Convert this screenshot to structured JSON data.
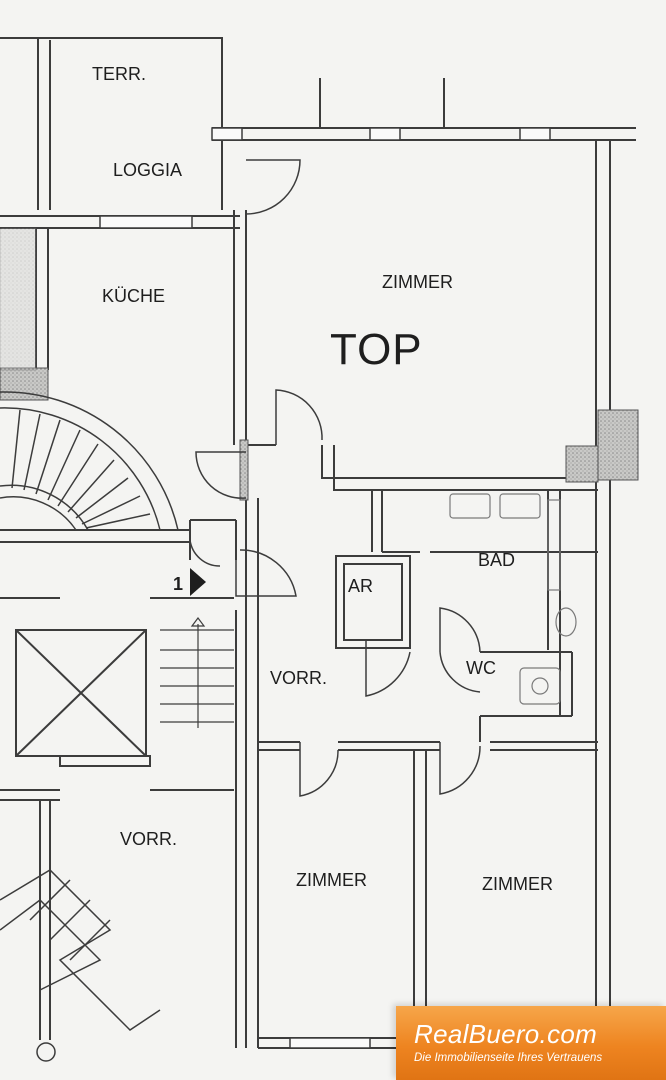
{
  "rooms": {
    "terr": "TERR.",
    "loggia": "LOGGIA",
    "kueche": "KÜCHE",
    "zimmer_top": "ZIMMER",
    "top": "TOP",
    "bad": "BAD",
    "ar": "AR",
    "wc": "WC",
    "vorr_unit": "VORR.",
    "vorr_stair": "VORR.",
    "zimmer_left": "ZIMMER",
    "zimmer_right": "ZIMMER",
    "unit_number": "1"
  },
  "logo": {
    "brand": "RealBuero.com",
    "tagline": "Die Immobilienseite Ihres Vertrauens"
  },
  "colors": {
    "wall": "#3c3c3c",
    "hatch": "#8a8a8a",
    "logo_orange": "#ee8420"
  }
}
